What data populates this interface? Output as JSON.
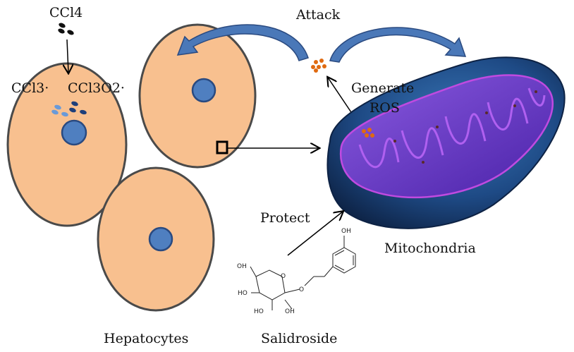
{
  "labels": {
    "ccl4": "CCl4",
    "ccl3": "CCl3·",
    "ccl3o2": "CCl3O2·",
    "attack": "Attack",
    "generate": "Generate",
    "ros": "ROS",
    "protect": "Protect",
    "mitochondria": "Mitochondria",
    "hepatocytes": "Hepatocytes",
    "salidroside": "Salidroside"
  },
  "chem_atoms": {
    "oh_top": "OH",
    "oh_ch2": "OH",
    "oh_c4": "HO",
    "oh_c3": "HO",
    "oh_c2": "OH",
    "ring_o": "O",
    "glyco_o": "O"
  },
  "colors": {
    "cell_fill": "#f8c08f",
    "cell_stroke": "#4a4a4a",
    "nucleus_fill": "#4f7fc0",
    "nucleus_stroke": "#2a4a80",
    "curved_arrow": "#4a78b8",
    "ros_dots": "#e06a10",
    "radical_light": "#6a9ad8",
    "radical_dark": "#1f3f7a",
    "mito_outer": "#1b3a66",
    "mito_inner": "#6a3cc8"
  }
}
